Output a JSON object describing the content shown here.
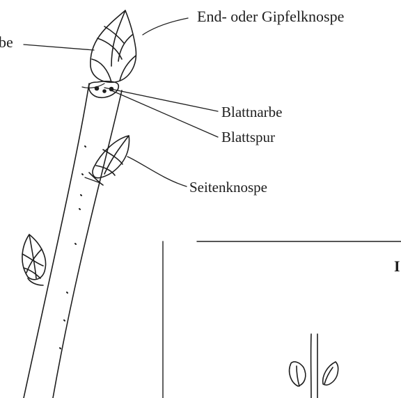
{
  "labels": {
    "cut_left": "be",
    "terminal_bud": "End- oder Gipfelknospe",
    "leaf_scar": "Blattnarbe",
    "leaf_trace": "Blattspur",
    "lateral_bud": "Seitenknospe",
    "inset_cut": "I"
  },
  "colors": {
    "ink": "#1e1e1e",
    "background": "#ffffff"
  }
}
